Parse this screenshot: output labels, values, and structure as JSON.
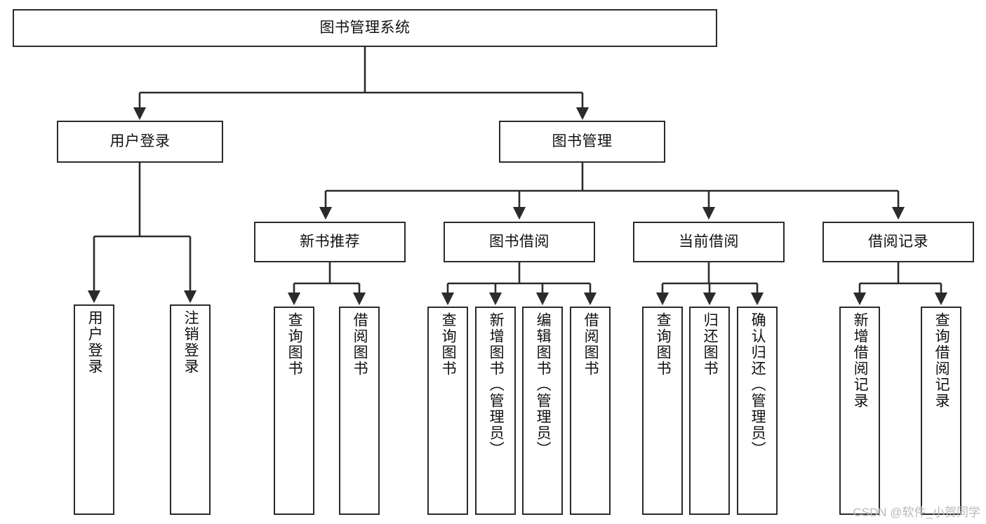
{
  "diagram": {
    "title_node": {
      "id": "root",
      "label": "图书管理系统"
    },
    "level2": [
      {
        "id": "user-login",
        "label": "用户登录"
      },
      {
        "id": "book-management",
        "label": "图书管理"
      }
    ],
    "level3": [
      {
        "id": "new-book-recommend",
        "label": "新书推荐"
      },
      {
        "id": "book-borrow",
        "label": "图书借阅"
      },
      {
        "id": "current-borrow",
        "label": "当前借阅"
      },
      {
        "id": "borrow-record",
        "label": "借阅记录"
      }
    ],
    "leaves": [
      {
        "id": "leaf-user-login",
        "label": "用户登录"
      },
      {
        "id": "leaf-logout-login",
        "label": "注销登录"
      },
      {
        "id": "leaf-query-book-1",
        "label": "查询图书"
      },
      {
        "id": "leaf-borrow-book-1",
        "label": "借阅图书"
      },
      {
        "id": "leaf-query-book-2",
        "label": "查询图书"
      },
      {
        "id": "leaf-add-book",
        "label": "新增图书（管理员）"
      },
      {
        "id": "leaf-edit-book",
        "label": "编辑图书（管理员）"
      },
      {
        "id": "leaf-borrow-book-2",
        "label": "借阅图书"
      },
      {
        "id": "leaf-query-book-3",
        "label": "查询图书"
      },
      {
        "id": "leaf-return-book",
        "label": "归还图书"
      },
      {
        "id": "leaf-confirm-return",
        "label": "确认归还（管理员）"
      },
      {
        "id": "leaf-add-borrow-record",
        "label": "新增借阅记录"
      },
      {
        "id": "leaf-query-borrow-record",
        "label": "查询借阅记录"
      }
    ]
  },
  "watermark": {
    "text": "CSDN @软件_小贺同学"
  },
  "colors": {
    "line": "#2b2b2b",
    "box_border": "#2b2b2b",
    "box_fill": "#ffffff",
    "text": "#111111",
    "watermark": "#b9b9b9",
    "background": "#ffffff"
  }
}
